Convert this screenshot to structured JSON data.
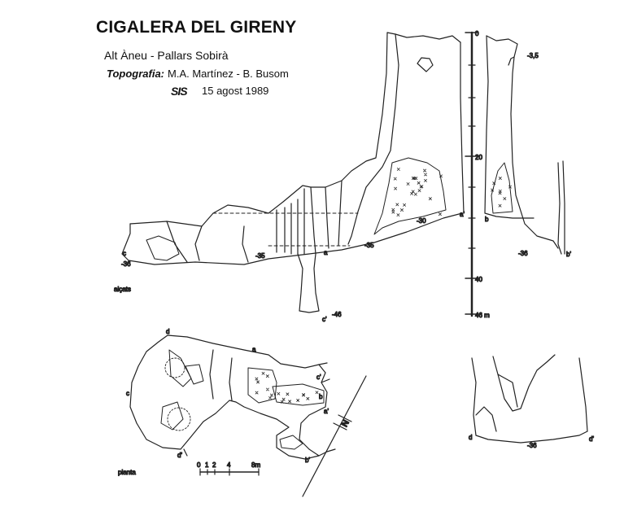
{
  "header": {
    "title": "CIGALERA DEL GIRENY",
    "location": "Alt Àneu  -  Pallars Sobirà",
    "credit_label": "Topografia:",
    "credit_names": "M.A. Martínez - B. Busom",
    "logo": "SIS",
    "date": "15 agost 1989"
  },
  "section_labels": {
    "elevations": "alçats",
    "plan": "planta"
  },
  "depth_marks": {
    "m_neg36_left": "-36",
    "m_neg35_a": "-35",
    "m_neg35_b": "-35",
    "m_neg30": "-30",
    "m_neg46": "-46",
    "m_neg3_5": "-3,5",
    "m_neg36_right": "-36",
    "m_neg36_bottom": "-36"
  },
  "point_labels": {
    "c": "c",
    "a": "a",
    "a_prime": "a'",
    "b": "b",
    "b_prime": "b'",
    "c_prime": "c'",
    "d": "d",
    "d_prime": "d'"
  },
  "depth_scale": {
    "ticks": [
      "0",
      "20",
      "40",
      "46 m"
    ]
  },
  "plan_scale": {
    "ticks": [
      "0",
      "1",
      "2",
      "4",
      "8m"
    ]
  },
  "north_arrow": "N"
}
